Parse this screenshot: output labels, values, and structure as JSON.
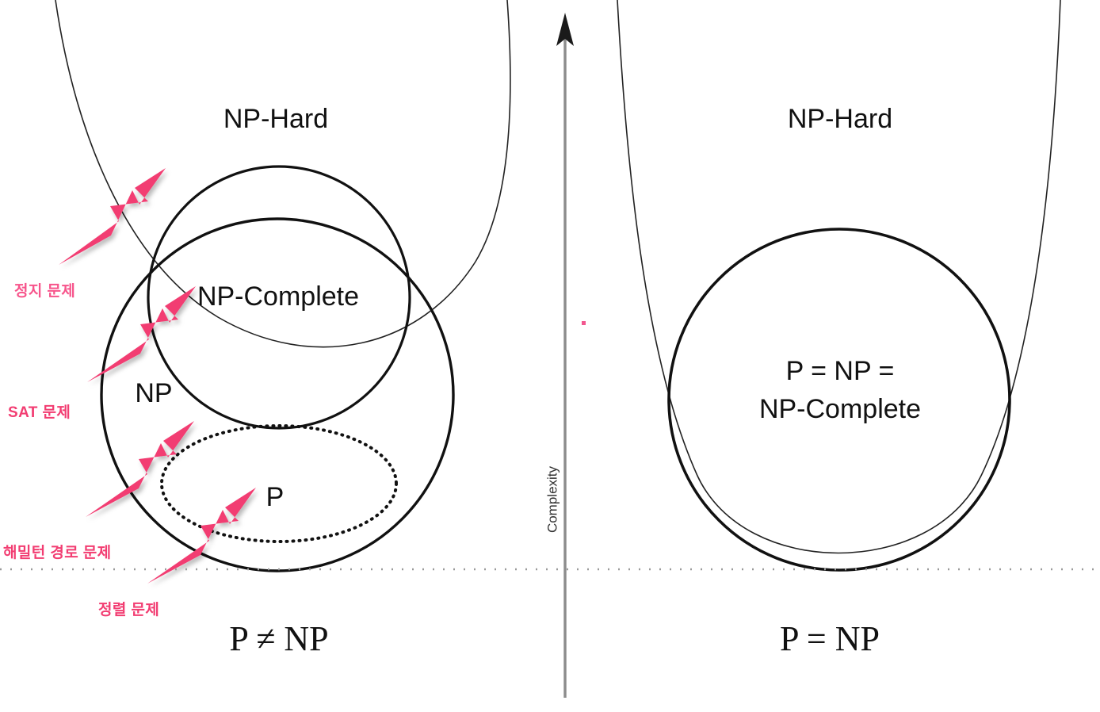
{
  "diagram": {
    "title": "P versus NP complexity class diagram",
    "axis": {
      "label": "Complexity",
      "direction": "up",
      "color": "#8c8c8c"
    },
    "baseline": {
      "style": "dotted",
      "color": "#9a9a9a"
    },
    "colors": {
      "stroke": "#111111",
      "thin_stroke": "#222222",
      "accent_pink": "#F23D72",
      "label_pink": "#F7548B",
      "background": "#ffffff",
      "axis_gray": "#8c8c8c"
    },
    "panels": [
      {
        "id": "left",
        "caption": "P ≠ NP",
        "regions": [
          {
            "id": "np-hard",
            "label": "NP-Hard",
            "shape": "open-parabola",
            "stroke": "thin"
          },
          {
            "id": "np-complete",
            "label": "NP-Complete",
            "shape": "circle",
            "stroke": "thick"
          },
          {
            "id": "np",
            "label": "NP",
            "shape": "circle",
            "stroke": "thick"
          },
          {
            "id": "p",
            "label": "P",
            "shape": "ellipse",
            "stroke": "dotted"
          }
        ]
      },
      {
        "id": "right",
        "caption": "P = NP",
        "regions": [
          {
            "id": "np-hard",
            "label": "NP-Hard",
            "shape": "open-parabola",
            "stroke": "thin"
          },
          {
            "id": "p-eq-np",
            "label_line1": "P = NP =",
            "label_line2": "NP-Complete",
            "shape": "circle",
            "stroke": "thick"
          }
        ]
      }
    ],
    "annotations": [
      {
        "id": "halting-problem",
        "label": "정지 문제",
        "target": "NP-Hard",
        "arrow": "up-right",
        "emphasis": "normal"
      },
      {
        "id": "sat-problem",
        "label": "SAT 문제",
        "target": "NP-Complete",
        "arrow": "up-right",
        "emphasis": "strong"
      },
      {
        "id": "hamiltonian-path",
        "label": "해밀턴 경로 문제",
        "target": "NP",
        "arrow": "up-right",
        "emphasis": "strong"
      },
      {
        "id": "sorting-problem",
        "label": "정렬 문제",
        "target": "P",
        "arrow": "up-right",
        "emphasis": "strong"
      }
    ]
  }
}
